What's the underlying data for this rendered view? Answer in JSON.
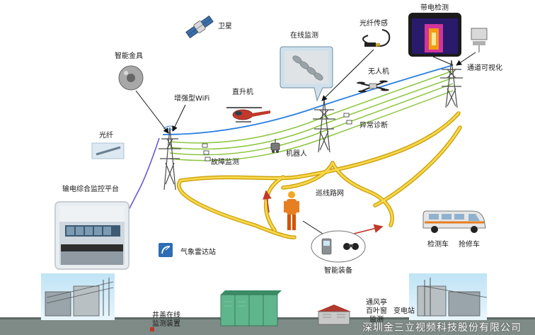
{
  "labels": {
    "satellite": "卫星",
    "online_monitor": "在线监测",
    "fiber_sensor": "光纤传感",
    "live_detect": "带电检测",
    "smart_fitting": "智能金具",
    "channel_visual": "通道可视化",
    "drone": "无人机",
    "enhanced_wifi": "增强型WiFi",
    "helicopter": "直升机",
    "fiber": "光纤",
    "anomaly_diag": "异常诊断",
    "fault_monitor": "故障监测",
    "robot": "机器人",
    "platform": "输电综合监控平台",
    "patrol_road": "巡线路网",
    "weather_radar": "气象雷达站",
    "inspect_car": "检测车",
    "repair_car": "抢修车",
    "smart_equip": "智能装备",
    "manhole": "井盖在线\n监测装置",
    "vent": "通风亭\n百叶窗\n监测",
    "substation": "变电站",
    "watermark": "深圳金三立视频科技股份有限公司"
  },
  "icons": [
    "satellite-icon",
    "insulator-icon",
    "fiber-sensor-icon",
    "thermal-camera-icon",
    "fitting-icon",
    "camera-icon",
    "drone-icon",
    "helicopter-icon",
    "fiber-cable-icon",
    "robot-icon",
    "control-room-icon",
    "worker-icon",
    "radar-icon",
    "van-icon",
    "handheld-device-icon",
    "binoculars-icon",
    "substation-icon",
    "box-transformer-icon",
    "vent-house-icon",
    "transmission-tower-icon"
  ],
  "colors": {
    "blue_line": "#2a7fe0",
    "green_line": "#8cc63f",
    "road": "#f0c419",
    "tower": "#555555"
  }
}
